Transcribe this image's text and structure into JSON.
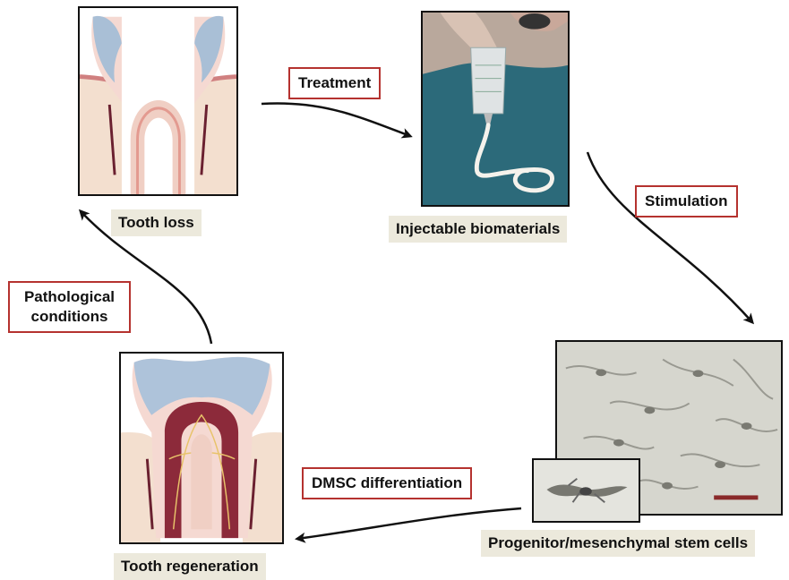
{
  "stages": {
    "tooth_loss": "Tooth loss",
    "injectable": "Injectable biomaterials",
    "stem_cells": "Progenitor/mesenchymal stem cells",
    "regeneration": "Tooth regeneration"
  },
  "transitions": {
    "treatment": "Treatment",
    "stimulation": "Stimulation",
    "differentiation": "DMSC differentiation",
    "pathological_line1": "Pathological",
    "pathological_line2": "conditions"
  }
}
